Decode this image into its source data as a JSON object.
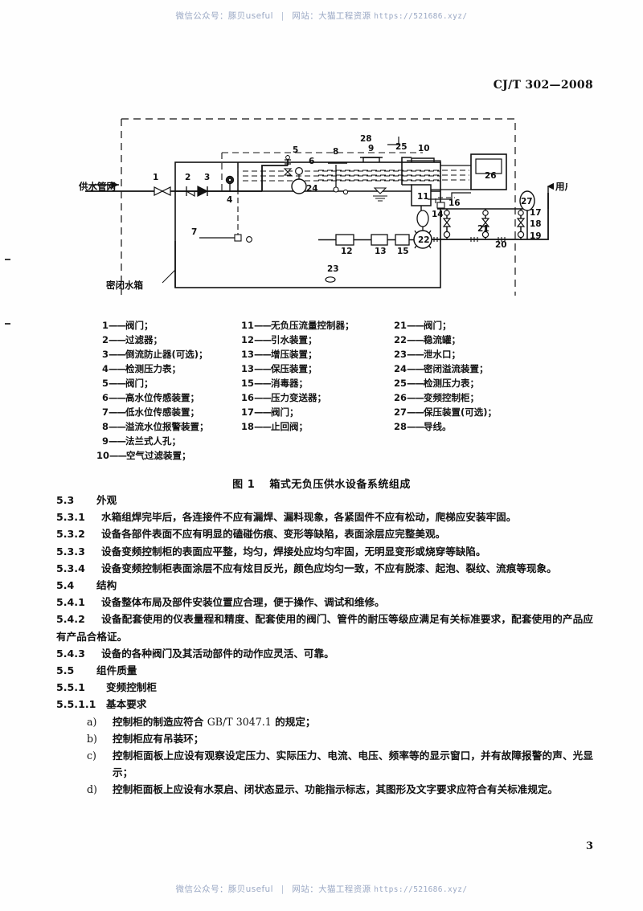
{
  "watermark": {
    "prefix": "微信公众号：豚贝useful",
    "separator": "|",
    "site": "网站：大猫工程资源",
    "url": "https://521686.xyz/"
  },
  "standard_number": "CJ/T 302—2008",
  "page_number": "3",
  "figure": {
    "caption_label": "图 1",
    "caption_title": "箱式无负压供水设备系统组成",
    "inlet_label": "供水管网",
    "outlet_label": "用户管道",
    "tank_label": "密闭水箱",
    "callouts": [
      "1",
      "2",
      "3",
      "4",
      "5",
      "6",
      "7",
      "8",
      "9",
      "10",
      "11",
      "12",
      "13",
      "14",
      "15",
      "16",
      "17",
      "18",
      "19",
      "20",
      "21",
      "22",
      "23",
      "24",
      "25",
      "26",
      "27",
      "28"
    ]
  },
  "legend": {
    "column1": [
      {
        "num": "1",
        "text": "阀门；"
      },
      {
        "num": "2",
        "text": "过滤器；"
      },
      {
        "num": "3",
        "text": "倒流防止器(可选)；"
      },
      {
        "num": "4",
        "text": "检测压力表；"
      },
      {
        "num": "5",
        "text": "阀门；"
      },
      {
        "num": "6",
        "text": "高水位传感装置；"
      },
      {
        "num": "7",
        "text": "低水位传感装置；"
      },
      {
        "num": "8",
        "text": "溢流水位报警装置；"
      },
      {
        "num": "9",
        "text": "法兰式人孔；"
      },
      {
        "num": "10",
        "text": "空气过滤装置；"
      }
    ],
    "column2": [
      {
        "num": "11",
        "text": "无负压流量控制器；"
      },
      {
        "num": "12",
        "text": "引水装置；"
      },
      {
        "num": "13",
        "text": "增压装置；"
      },
      {
        "num": "13",
        "text": "保压装置；"
      },
      {
        "num": "15",
        "text": "消毒器；"
      },
      {
        "num": "16",
        "text": "压力变送器；"
      },
      {
        "num": "17",
        "text": "阀门；"
      },
      {
        "num": "18",
        "text": "止回阀；"
      }
    ],
    "column3": [
      {
        "num": "21",
        "text": "阀门；"
      },
      {
        "num": "22",
        "text": "稳流罐；"
      },
      {
        "num": "23",
        "text": "泄水口；"
      },
      {
        "num": "24",
        "text": "密闭溢流装置；"
      },
      {
        "num": "25",
        "text": "检测压力表；"
      },
      {
        "num": "26",
        "text": "变频控制柜；"
      },
      {
        "num": "27",
        "text": "保压装置(可选)；"
      },
      {
        "num": "28",
        "text": "导线。"
      }
    ]
  },
  "sections": [
    {
      "clause": "5.3",
      "title": "外观",
      "type": "heading"
    },
    {
      "clause": "5.3.1",
      "text": "水箱组焊完毕后，各连接件不应有漏焊、漏料现象，各紧固件不应有松动，爬梯应安装牢固。",
      "type": "clause"
    },
    {
      "clause": "5.3.2",
      "text": "设备各部件表面不应有明显的磕碰伤痕、变形等缺陷，表面涂层应完整美观。",
      "type": "clause"
    },
    {
      "clause": "5.3.3",
      "text": "设备变频控制柜的表面应平整，均匀，焊接处应均匀牢固，无明显变形或烧穿等缺陷。",
      "type": "clause"
    },
    {
      "clause": "5.3.4",
      "text": "设备变频控制柜表面涂层不应有炫目反光，颜色应均匀一致，不应有脱漆、起泡、裂纹、流痕等现象。",
      "type": "clause"
    },
    {
      "clause": "5.4",
      "title": "结构",
      "type": "heading"
    },
    {
      "clause": "5.4.1",
      "text": "设备整体布局及部件安装位置应合理，便于操作、调试和维修。",
      "type": "clause"
    },
    {
      "clause": "5.4.2",
      "text": "设备配套使用的仪表量程和精度、配套使用的阀门、管件的耐压等级应满足有关标准要求，配套使用的产品应有产品合格证。",
      "type": "clause"
    },
    {
      "clause": "5.4.3",
      "text": "设备的各种阀门及其活动部件的动作应灵活、可靠。",
      "type": "clause"
    },
    {
      "clause": "5.5",
      "title": "组件质量",
      "type": "heading"
    },
    {
      "clause": "5.5.1",
      "title": "变频控制柜",
      "type": "heading"
    },
    {
      "clause": "5.5.1.1",
      "title": "基本要求",
      "type": "heading"
    }
  ],
  "list_items": [
    {
      "marker": "a)",
      "text_pre": "控制柜的制造应符合 ",
      "ref": "GB/T 3047.1",
      "text_post": " 的规定；"
    },
    {
      "marker": "b)",
      "text_pre": "控制柜应有吊装环；",
      "ref": "",
      "text_post": ""
    },
    {
      "marker": "c)",
      "text_pre": "控制柜面板上应设有观察设定压力、实际压力、电流、电压、频率等的显示窗口，并有故障报警的声、光显示；",
      "ref": "",
      "text_post": ""
    },
    {
      "marker": "d)",
      "text_pre": "控制柜面板上应设有水泵启、闭状态显示、功能指示标志，其图形及文字要求应符合有关标准规定。",
      "ref": "",
      "text_post": ""
    }
  ]
}
